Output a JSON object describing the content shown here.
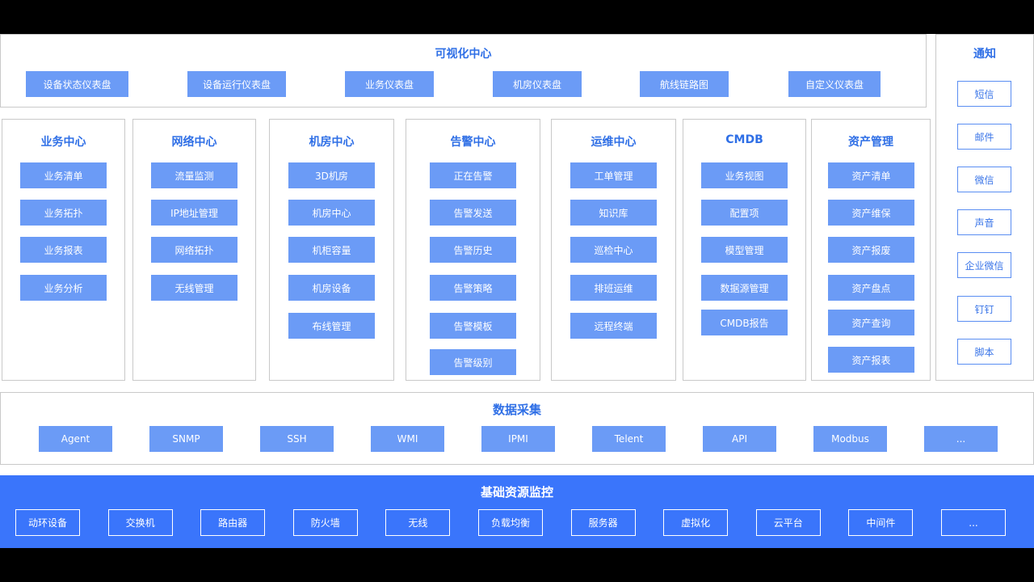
{
  "visualization": {
    "title": "可视化中心",
    "items": [
      "设备状态仪表盘",
      "设备运行仪表盘",
      "业务仪表盘",
      "机房仪表盘",
      "航线链路图",
      "自定义仪表盘"
    ]
  },
  "notify": {
    "title": "通知",
    "items": [
      "短信",
      "邮件",
      "微信",
      "声音",
      "企业微信",
      "钉钉",
      "脚本"
    ]
  },
  "modules": [
    {
      "title": "业务中心",
      "items": [
        "业务清单",
        "业务拓扑",
        "业务报表",
        "业务分析"
      ]
    },
    {
      "title": "网络中心",
      "items": [
        "流量监测",
        "IP地址管理",
        "网络拓扑",
        "无线管理"
      ]
    },
    {
      "title": "机房中心",
      "items": [
        "3D机房",
        "机房中心",
        "机柜容量",
        "机房设备",
        "布线管理"
      ]
    },
    {
      "title": "告警中心",
      "items": [
        "正在告警",
        "告警发送",
        "告警历史",
        "告警策略",
        "告警模板",
        "告警级别"
      ]
    },
    {
      "title": "运维中心",
      "items": [
        "工单管理",
        "知识库",
        "巡检中心",
        "排班运维",
        "远程终端"
      ]
    },
    {
      "title": "CMDB",
      "items": [
        "业务视图",
        "配置项",
        "模型管理",
        "数据源管理",
        "CMDB报告"
      ]
    },
    {
      "title": "资产管理",
      "items": [
        "资产清单",
        "资产维保",
        "资产报废",
        "资产盘点",
        "资产查询",
        "资产报表"
      ]
    }
  ],
  "collection": {
    "title": "数据采集",
    "items": [
      "Agent",
      "SNMP",
      "SSH",
      "WMI",
      "IPMI",
      "Telent",
      "API",
      "Modbus",
      "..."
    ]
  },
  "base": {
    "title": "基础资源监控",
    "items": [
      "动环设备",
      "交换机",
      "路由器",
      "防火墙",
      "无线",
      "负载均衡",
      "服务器",
      "虚拟化",
      "云平台",
      "中间件",
      "..."
    ]
  }
}
